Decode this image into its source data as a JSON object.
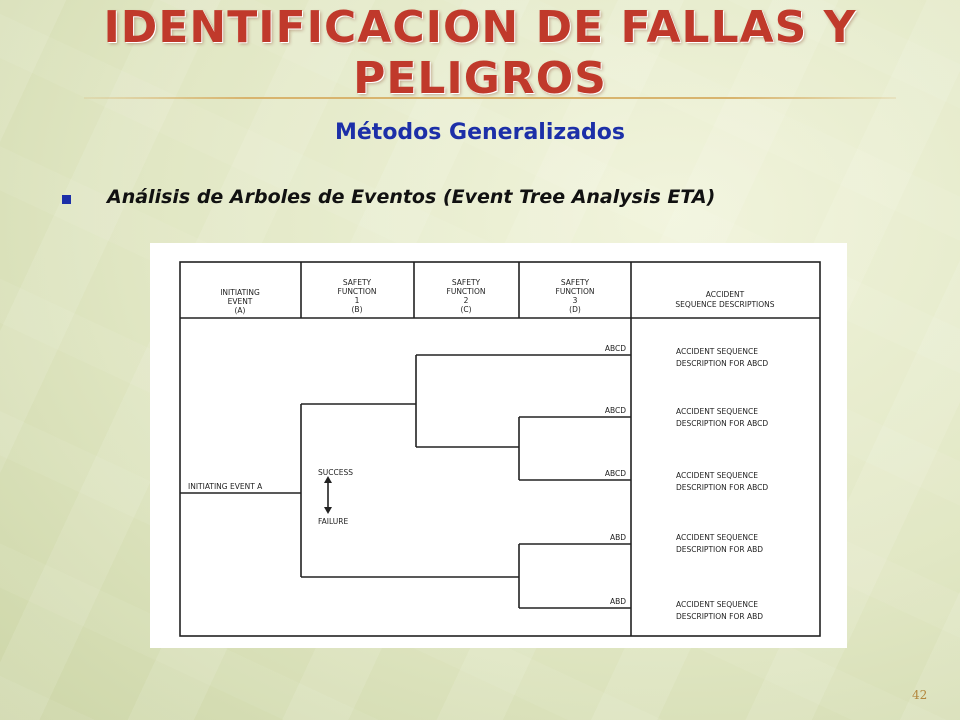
{
  "slide": {
    "title": "IDENTIFICACION DE FALLAS Y PELIGROS",
    "subtitle": "Métodos Generalizados",
    "bullet": "Análisis de Arboles de Eventos  (Event Tree Analysis  ETA)",
    "page_number": "42"
  },
  "diagram": {
    "headers": [
      {
        "lines": [
          "INITIATING",
          "EVENT",
          "(A)"
        ]
      },
      {
        "lines": [
          "SAFETY",
          "FUNCTION",
          "1",
          "(B)"
        ]
      },
      {
        "lines": [
          "SAFETY",
          "FUNCTION",
          "2",
          "(C)"
        ]
      },
      {
        "lines": [
          "SAFETY",
          "FUNCTION",
          "3",
          "(D)"
        ]
      },
      {
        "lines": [
          "ACCIDENT",
          "SEQUENCE DESCRIPTIONS"
        ]
      }
    ],
    "initiating_label": "INITIATING EVENT A",
    "legend_success": "SUCCESS",
    "legend_failure": "FAILURE",
    "sequences": [
      {
        "id": "ABCD",
        "desc_line1": "ACCIDENT SEQUENCE",
        "desc_line2": "DESCRIPTION FOR ABCD"
      },
      {
        "id": "ABCD",
        "desc_line1": "ACCIDENT SEQUENCE",
        "desc_line2": "DESCRIPTION FOR ABCD"
      },
      {
        "id": "ABCD",
        "desc_line1": "ACCIDENT SEQUENCE",
        "desc_line2": "DESCRIPTION FOR ABCD"
      },
      {
        "id": "ABD",
        "desc_line1": "ACCIDENT SEQUENCE",
        "desc_line2": "DESCRIPTION FOR ABD"
      },
      {
        "id": "ABD",
        "desc_line1": "ACCIDENT SEQUENCE",
        "desc_line2": "DESCRIPTION FOR ABD"
      }
    ]
  }
}
